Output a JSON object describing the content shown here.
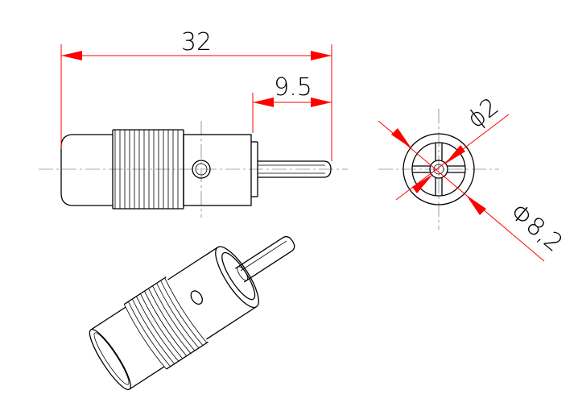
{
  "drawing": {
    "dimensions": {
      "overall_length": "32",
      "pin_length": "9.5",
      "pin_diameter": "ϕ2",
      "body_diameter": "Φ8,2"
    },
    "colors": {
      "dimension_lines": "#ff0000",
      "outline": "#000000",
      "background": "#ffffff"
    }
  }
}
